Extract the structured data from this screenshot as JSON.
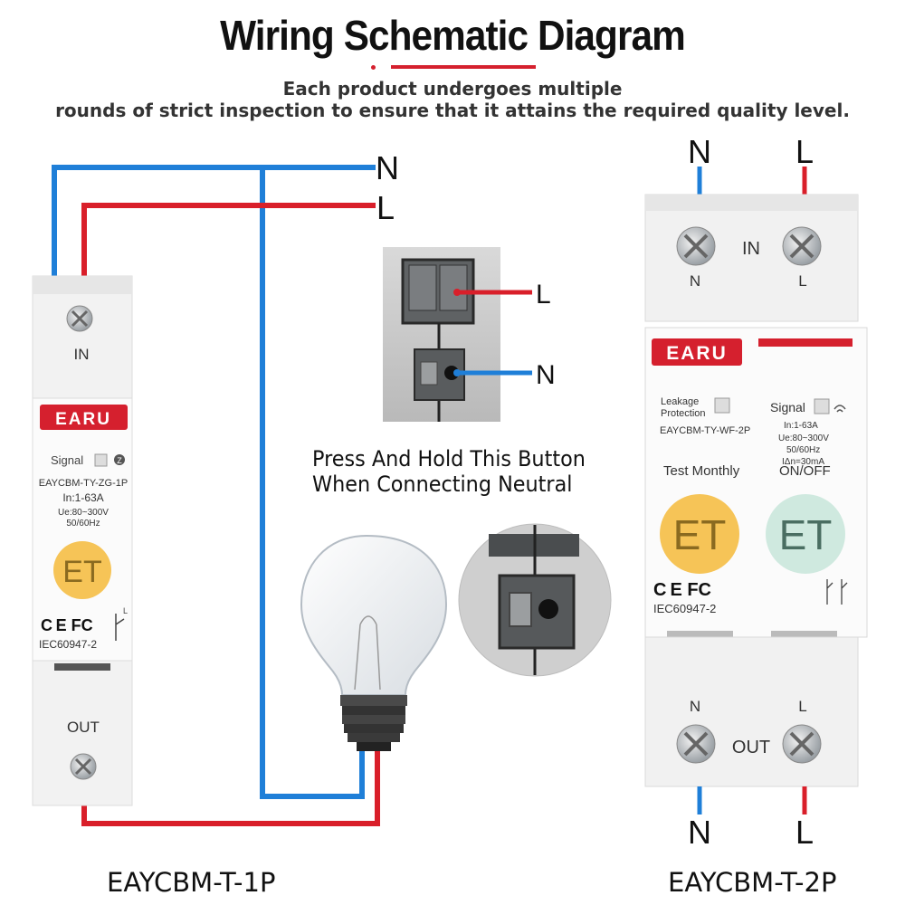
{
  "title": "Wiring Schematic Diagram",
  "subtitle_line1": "Each product undergoes multiple",
  "subtitle_line2": "rounds of strict inspection to ensure that it attains the required quality level.",
  "note_line1": "Press And Hold This Button",
  "note_line2": "When Connecting Neutral",
  "colors": {
    "wire_live": "#d91f2a",
    "wire_neutral": "#1f7fd8",
    "brand_red": "#d5202e",
    "button_orange": "#f6c457",
    "button_mint": "#cfe9df"
  },
  "wire_labels": {
    "neutral": "N",
    "live": "L"
  },
  "device_1p": {
    "model": "EAYCBM-T-1P",
    "in_label": "IN",
    "out_label": "OUT",
    "brand": "EARU",
    "signal_label": "Signal",
    "signal_badge": "Z",
    "model_code": "EAYCBM-TY-ZG-1P",
    "current": "In:1-63A",
    "voltage": "Ue:80~300V",
    "frequency": "50/60Hz",
    "button_glyph": "ET",
    "cert_marks": "C E FC",
    "standard": "IEC60947-2",
    "terminal_l": "L"
  },
  "device_2p": {
    "model": "EAYCBM-T-2P",
    "in_label": "IN",
    "out_label": "OUT",
    "term_n": "N",
    "term_l": "L",
    "brand": "EARU",
    "leakage_line1": "Leakage",
    "leakage_line2": "Protection",
    "signal_label": "Signal",
    "model_code": "EAYCBM-TY-WF-2P",
    "current": "In:1-63A",
    "voltage": "Ue:80~300V",
    "frequency": "50/60Hz",
    "leakage_current": "IΔn=30mA",
    "test_label": "Test Monthly",
    "onoff_label": "ON/OFF",
    "button_glyph": "ET",
    "cert_marks": "C E FC",
    "standard": "IEC60947-2"
  }
}
